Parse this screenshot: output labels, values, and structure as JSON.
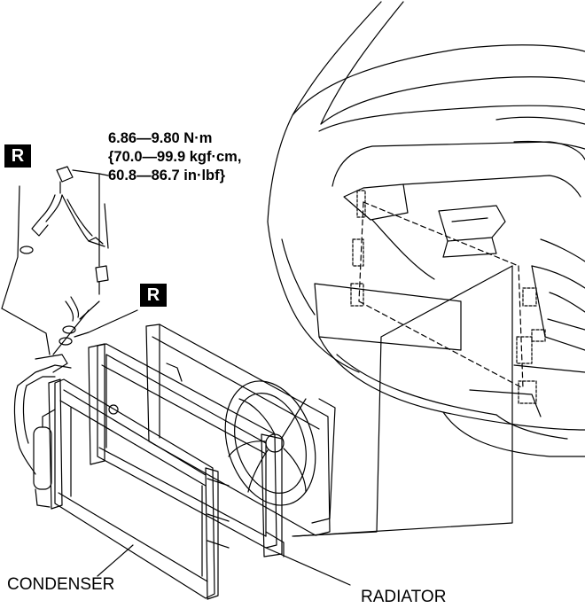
{
  "torque": {
    "line1": "6.86—9.80 N·m",
    "line2": "{70.0—99.9 kgf·cm,",
    "line3": "60.8—86.7 in·lbf}"
  },
  "badges": {
    "left": "R",
    "right": "R"
  },
  "labels": {
    "condenser": "CONDENSER",
    "radiator": "RADIATOR"
  }
}
